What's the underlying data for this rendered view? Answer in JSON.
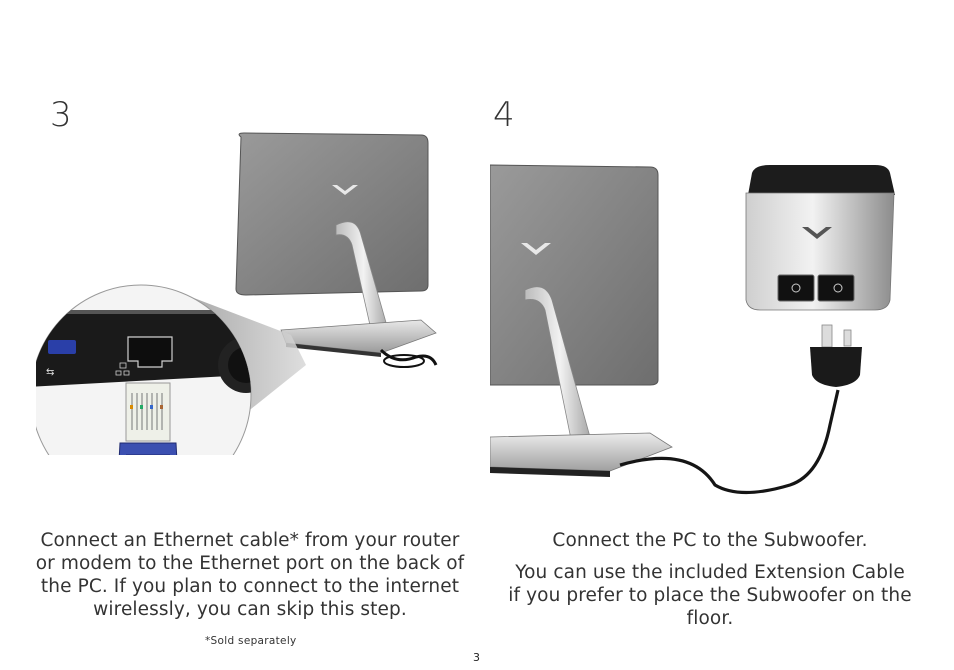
{
  "steps": [
    {
      "number": "3",
      "instruction_lines": [
        "Connect an Ethernet cable* from your router",
        "or modem to the Ethernet port on the back of",
        "the PC. If you plan to connect to the internet",
        "wirelessly, you can skip this step."
      ],
      "footnote": "*Sold separately"
    },
    {
      "number": "4",
      "instruction_paragraph_1": "Connect the PC to the Subwoofer.",
      "instruction_paragraph_2_lines": [
        "You can use the included Extension Cable",
        "if you prefer to place the Subwoofer on the",
        "floor."
      ]
    }
  ],
  "page_number": "3",
  "icons": [
    "monitor-icon",
    "ethernet-port-icon",
    "ethernet-plug-icon",
    "usb-icon",
    "subwoofer-icon",
    "power-plug-icon",
    "logo-v-icon"
  ],
  "colors": {
    "text": "#333333",
    "plug_blue": "#3b4fb0",
    "screen_gray": "#808080"
  }
}
